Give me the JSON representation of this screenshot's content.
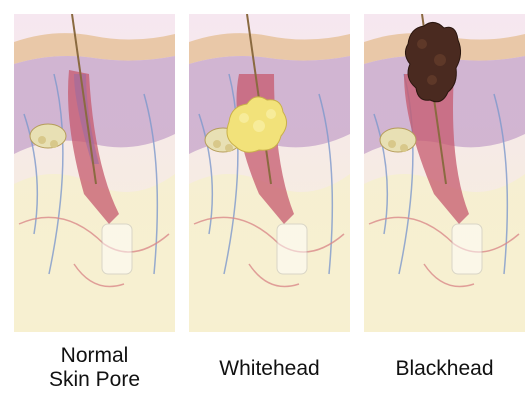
{
  "panels": [
    {
      "label": "Normal\nSkin Pore",
      "pore_state": "normal"
    },
    {
      "label": "Whitehead",
      "pore_state": "whitehead"
    },
    {
      "label": "Blackhead",
      "pore_state": "blackhead"
    }
  ],
  "colors": {
    "epidermis": "#e9c8a8",
    "dermis": "#a884b4",
    "fat": "#f6efcf",
    "follicle": "#c65a6e",
    "hair": "#8a6a40",
    "gland": "#e8e0b4",
    "whitehead_plug": "#f2e27a",
    "blackhead_plug": "#4a2a20",
    "vessel_blue": "#7d98cc",
    "vessel_red": "#d98a8a"
  }
}
